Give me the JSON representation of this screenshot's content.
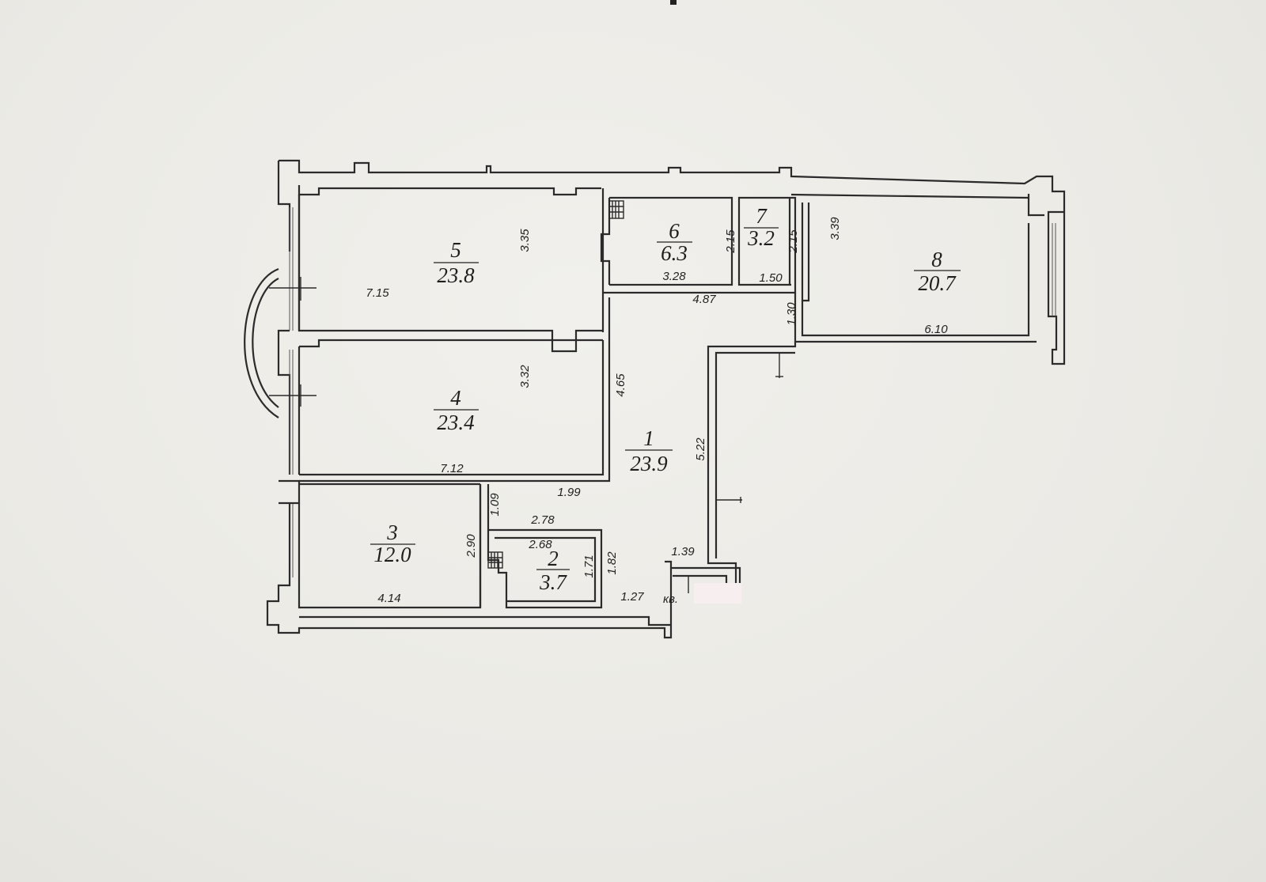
{
  "plan": {
    "apartment_label": "кв.",
    "rooms": [
      {
        "id": "1",
        "number": "1",
        "area": "23.9"
      },
      {
        "id": "2",
        "number": "2",
        "area": "3.7"
      },
      {
        "id": "3",
        "number": "3",
        "area": "12.0"
      },
      {
        "id": "4",
        "number": "4",
        "area": "23.4"
      },
      {
        "id": "5",
        "number": "5",
        "area": "23.8"
      },
      {
        "id": "6",
        "number": "6",
        "area": "6.3"
      },
      {
        "id": "7",
        "number": "7",
        "area": "3.2"
      },
      {
        "id": "8",
        "number": "8",
        "area": "20.7"
      }
    ],
    "dimensions": {
      "r5_width": "7.15",
      "r5_depth": "3.35",
      "r4_width": "7.12",
      "r4_depth": "3.32",
      "r3_width": "4.14",
      "r3_depth": "2.90",
      "r2_width_top": "2.68",
      "r2_width_outer": "2.78",
      "r2_depth": "1.71",
      "r2_depth_outer": "1.82",
      "r6_width": "3.28",
      "r6_depth": "2.15",
      "r7_width": "1.50",
      "r7_depth": "2.15",
      "r8_width": "6.10",
      "r8_depth": "3.39",
      "hall_top": "4.87",
      "hall_left": "4.65",
      "hall_right": "5.22",
      "hall_step": "1.30",
      "hall_notch": "1.09",
      "hall_notch_w": "1.99",
      "entry_w": "1.39",
      "entry_bottom": "1.27"
    }
  }
}
